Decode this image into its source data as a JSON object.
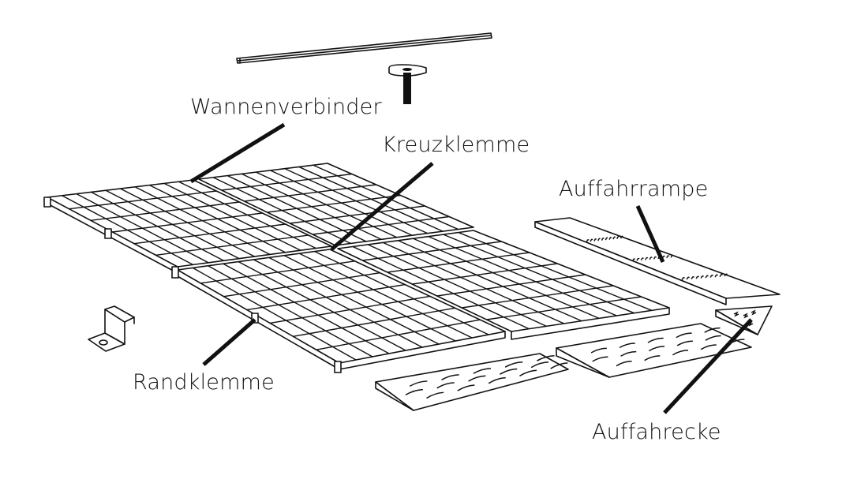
{
  "diagram": {
    "type": "exploded-assembly-drawing",
    "subject": "solar panel mounting system with trays, clamps and ramps",
    "colors": {
      "line": "#111111",
      "background": "#ffffff"
    },
    "labels": {
      "wannenverbinder": "Wannenverbinder",
      "kreuzklemme": "Kreuzklemme",
      "auffahrrampe": "Auffahrrampe",
      "randklemme": "Randklemme",
      "auffahrecke": "Auffahrecke"
    },
    "parts": [
      {
        "id": "rail",
        "label": null
      },
      {
        "id": "t-bolt",
        "label": null
      },
      {
        "id": "solar-panel-grid",
        "label": null,
        "panels": 4
      },
      {
        "id": "z-bracket",
        "label": null
      },
      {
        "id": "ramp-long",
        "label_ref": "auffahrrampe"
      },
      {
        "id": "ramp-short-left",
        "label": null
      },
      {
        "id": "ramp-short-right",
        "label": null
      },
      {
        "id": "corner-ramp",
        "label_ref": "auffahrecke"
      }
    ]
  }
}
